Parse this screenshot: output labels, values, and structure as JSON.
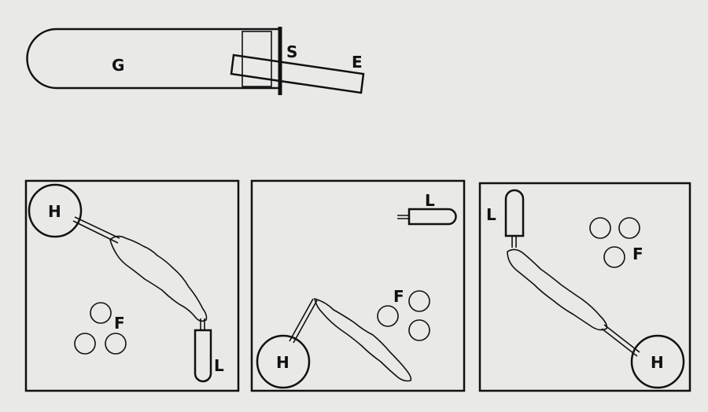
{
  "apparatus": {
    "tube_label": "G",
    "stopper_label": "S",
    "insert_label": "E"
  },
  "panels": [
    {
      "home_label": "H",
      "lure_label": "L",
      "food_label": "F"
    },
    {
      "home_label": "H",
      "lure_label": "L",
      "food_label": "F"
    },
    {
      "home_label": "H",
      "lure_label": "L",
      "food_label": "F"
    }
  ]
}
